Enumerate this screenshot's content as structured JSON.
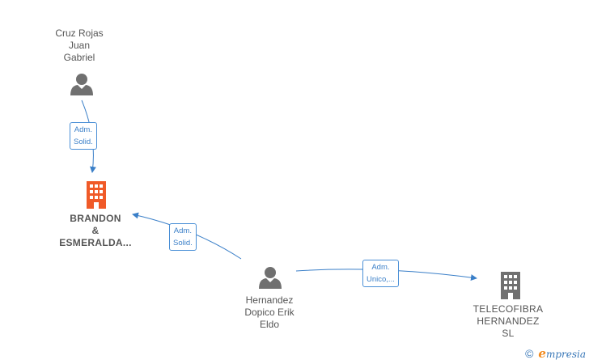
{
  "colors": {
    "edge": "#3a7fc8",
    "person_icon": "#707070",
    "company_main": "#f05a28",
    "company_other": "#707070",
    "label_text": "#555555"
  },
  "nodes": {
    "cruz": {
      "label": "Cruz Rojas\nJuan\nGabriel",
      "icon": "person-icon"
    },
    "brandon": {
      "label": "BRANDON\n&\nESMERALDA...",
      "icon": "building-icon"
    },
    "hernandez": {
      "label": "Hernandez\nDopico Erik\nEldo",
      "icon": "person-icon"
    },
    "telecofibra": {
      "label": "TELECOFIBRA\nHERNANDEZ\nSL",
      "icon": "building-icon"
    }
  },
  "edges": {
    "cruz_brandon": {
      "label": "Adm.\nSolid."
    },
    "hernandez_brandon": {
      "label": "Adm.\nSolid."
    },
    "hernandez_telecofibra": {
      "label": "Adm.\nUnico,..."
    }
  },
  "footer": {
    "copyright_symbol": "©",
    "brand_initial": "e",
    "brand_rest": "mpresia"
  }
}
